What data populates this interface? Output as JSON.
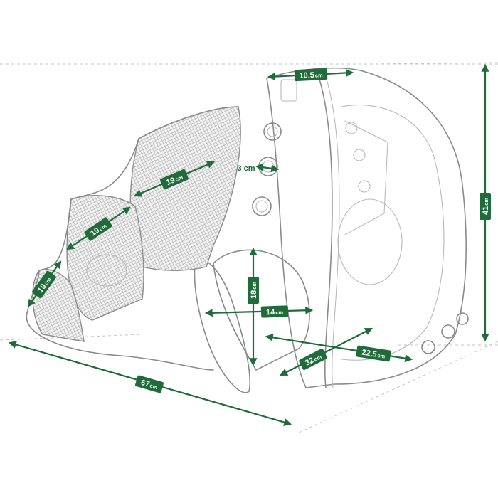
{
  "accent_color": "#1f6b3a",
  "dimensions": {
    "top_width": {
      "value": "10,5",
      "unit": "cm"
    },
    "height": {
      "value": "41",
      "unit": "cm"
    },
    "vent_hole": {
      "value": "3",
      "unit": "cm"
    },
    "tent_seg_1": {
      "value": "19",
      "unit": "cm"
    },
    "tent_seg_2": {
      "value": "19",
      "unit": "cm"
    },
    "tent_seg_3": {
      "value": "19",
      "unit": "cm"
    },
    "door_height": {
      "value": "18",
      "unit": "cm"
    },
    "door_width": {
      "value": "14",
      "unit": "cm"
    },
    "total_length": {
      "value": "67",
      "unit": "cm"
    },
    "base_depth": {
      "value": "32",
      "unit": "cm"
    },
    "base_width": {
      "value": "22,5",
      "unit": "cm"
    }
  }
}
